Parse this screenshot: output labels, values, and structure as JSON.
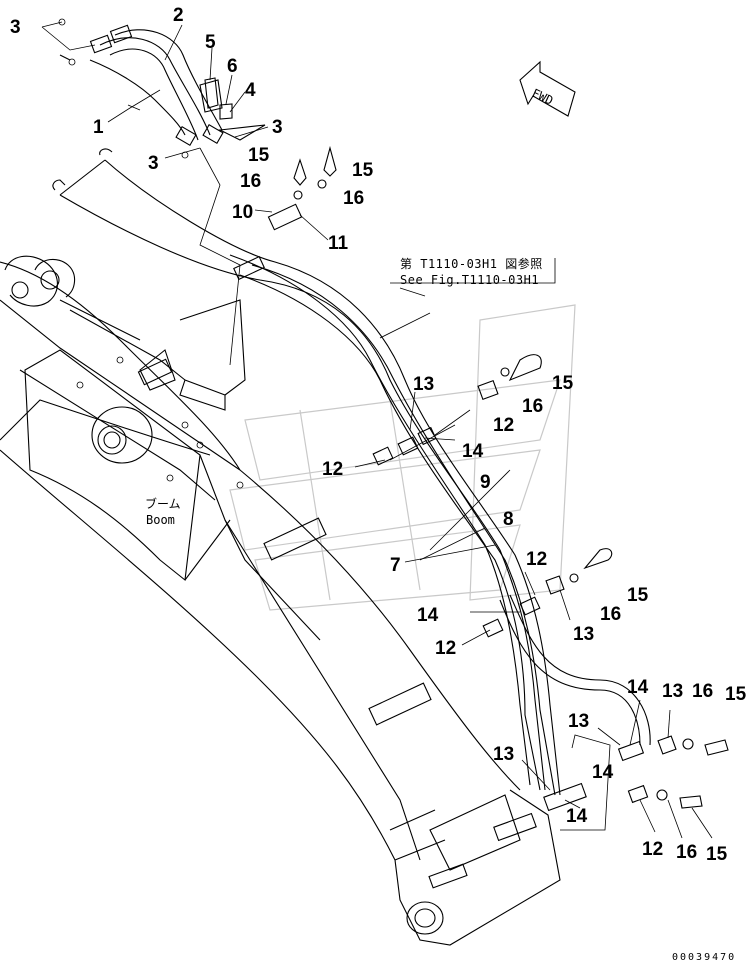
{
  "diagram": {
    "callouts": [
      {
        "id": "1",
        "label": "1"
      },
      {
        "id": "2",
        "label": "2"
      },
      {
        "id": "3a",
        "label": "3"
      },
      {
        "id": "3b",
        "label": "3"
      },
      {
        "id": "3c",
        "label": "3"
      },
      {
        "id": "4",
        "label": "4"
      },
      {
        "id": "5",
        "label": "5"
      },
      {
        "id": "6",
        "label": "6"
      },
      {
        "id": "7",
        "label": "7"
      },
      {
        "id": "8",
        "label": "8"
      },
      {
        "id": "9",
        "label": "9"
      },
      {
        "id": "10",
        "label": "10"
      },
      {
        "id": "11",
        "label": "11"
      },
      {
        "id": "12a",
        "label": "12"
      },
      {
        "id": "12b",
        "label": "12"
      },
      {
        "id": "12c",
        "label": "12"
      },
      {
        "id": "12d",
        "label": "12"
      },
      {
        "id": "12e",
        "label": "12"
      },
      {
        "id": "13a",
        "label": "13"
      },
      {
        "id": "13b",
        "label": "13"
      },
      {
        "id": "13c",
        "label": "13"
      },
      {
        "id": "13d",
        "label": "13"
      },
      {
        "id": "13e",
        "label": "13"
      },
      {
        "id": "14a",
        "label": "14"
      },
      {
        "id": "14b",
        "label": "14"
      },
      {
        "id": "14c",
        "label": "14"
      },
      {
        "id": "14d",
        "label": "14"
      },
      {
        "id": "14e",
        "label": "14"
      },
      {
        "id": "15a",
        "label": "15"
      },
      {
        "id": "15b",
        "label": "15"
      },
      {
        "id": "15c",
        "label": "15"
      },
      {
        "id": "15d",
        "label": "15"
      },
      {
        "id": "15e",
        "label": "15"
      },
      {
        "id": "15f",
        "label": "15"
      },
      {
        "id": "16a",
        "label": "16"
      },
      {
        "id": "16b",
        "label": "16"
      },
      {
        "id": "16c",
        "label": "16"
      },
      {
        "id": "16d",
        "label": "16"
      },
      {
        "id": "16e",
        "label": "16"
      },
      {
        "id": "16f",
        "label": "16"
      }
    ],
    "reference_jp": "第 T1110-03H1 図参照",
    "reference_en": "See Fig.T1110-03H1",
    "boom_label_jp": "ブーム",
    "boom_label_en": "Boom",
    "fwd_label": "FWD",
    "drawing_code": "00039470"
  }
}
